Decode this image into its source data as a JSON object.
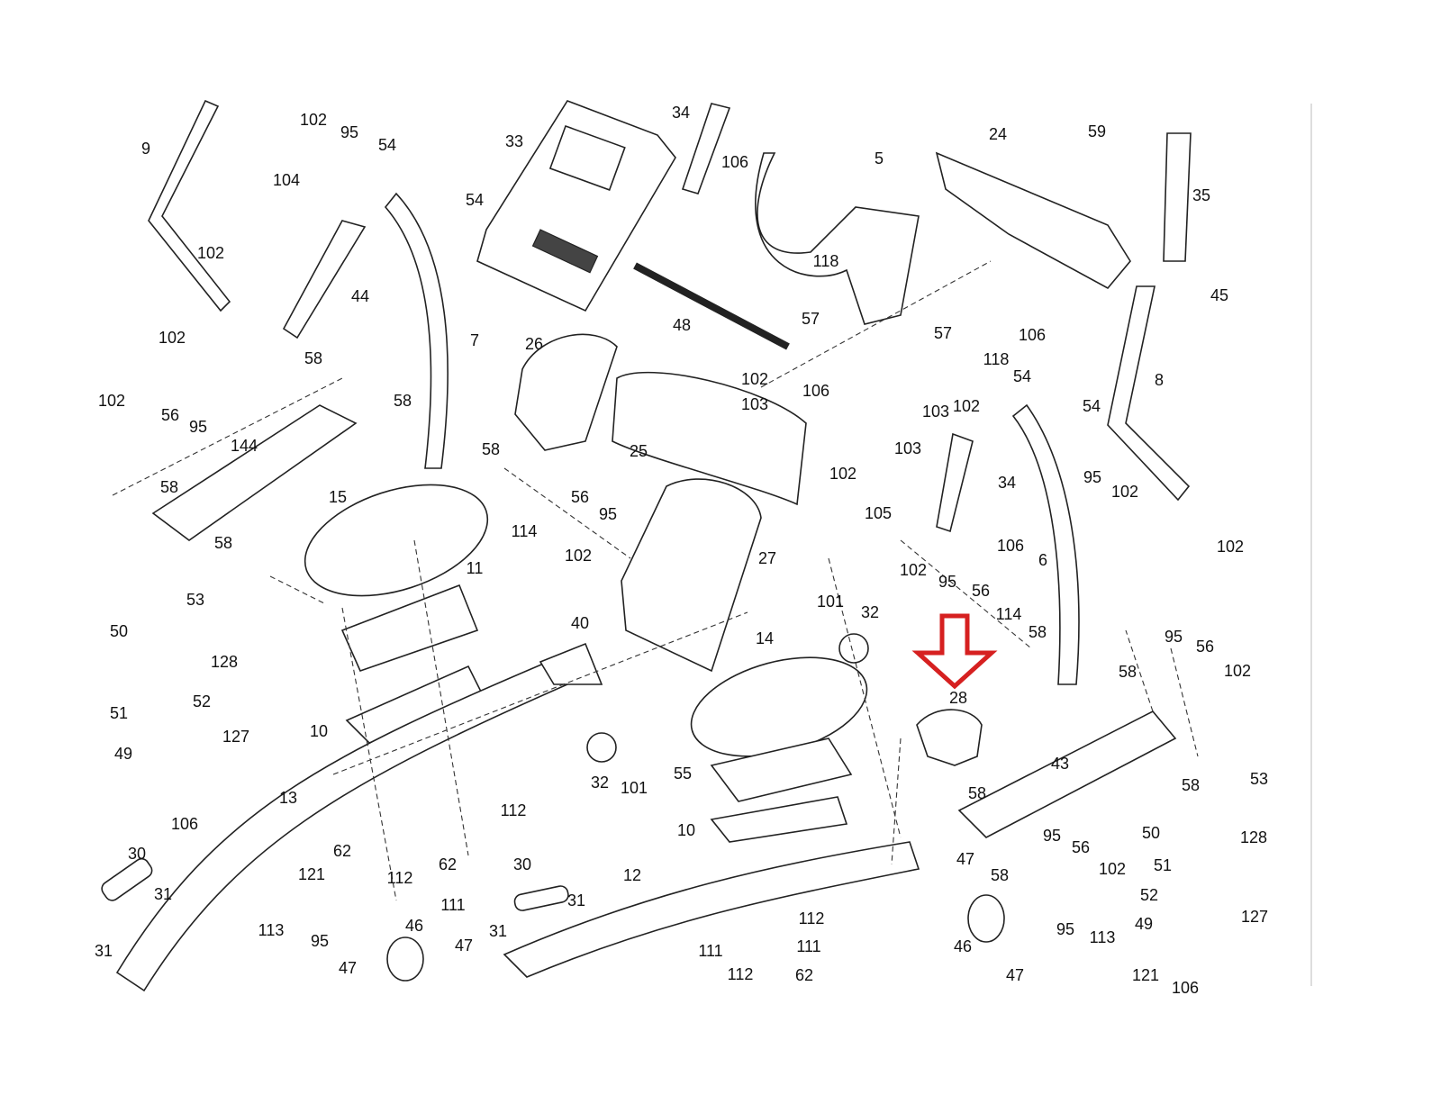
{
  "diagram": {
    "type": "exploded parts diagram",
    "highlight": {
      "part": "28",
      "color": "#d62020",
      "marker": "down-arrow"
    },
    "callouts": [
      "9",
      "102",
      "95",
      "54",
      "104",
      "54",
      "33",
      "34",
      "106",
      "5",
      "24",
      "59",
      "35",
      "102",
      "44",
      "7",
      "48",
      "118",
      "57",
      "45",
      "106",
      "102",
      "26",
      "57",
      "118",
      "54",
      "8",
      "102",
      "56",
      "95",
      "58",
      "58",
      "144",
      "102",
      "103",
      "106",
      "103",
      "102",
      "25",
      "103",
      "102",
      "54",
      "95",
      "102",
      "34",
      "58",
      "58",
      "15",
      "56",
      "95",
      "114",
      "102",
      "27",
      "105",
      "106",
      "102",
      "58",
      "11",
      "6",
      "102",
      "95",
      "56",
      "53",
      "101",
      "32",
      "114",
      "40",
      "50",
      "128",
      "14",
      "58",
      "95",
      "56",
      "102",
      "51",
      "52",
      "58",
      "28",
      "49",
      "127",
      "10",
      "43",
      "55",
      "32",
      "101",
      "13",
      "58",
      "53",
      "106",
      "112",
      "58",
      "10",
      "50",
      "128",
      "62",
      "112",
      "62",
      "111",
      "30",
      "47",
      "95",
      "56",
      "102",
      "58",
      "51",
      "31",
      "31",
      "121",
      "113",
      "95",
      "47",
      "46",
      "47",
      "30",
      "31",
      "31",
      "12",
      "112",
      "111",
      "111",
      "112",
      "62",
      "46",
      "47",
      "95",
      "113",
      "121",
      "52",
      "49",
      "127",
      "106"
    ]
  }
}
